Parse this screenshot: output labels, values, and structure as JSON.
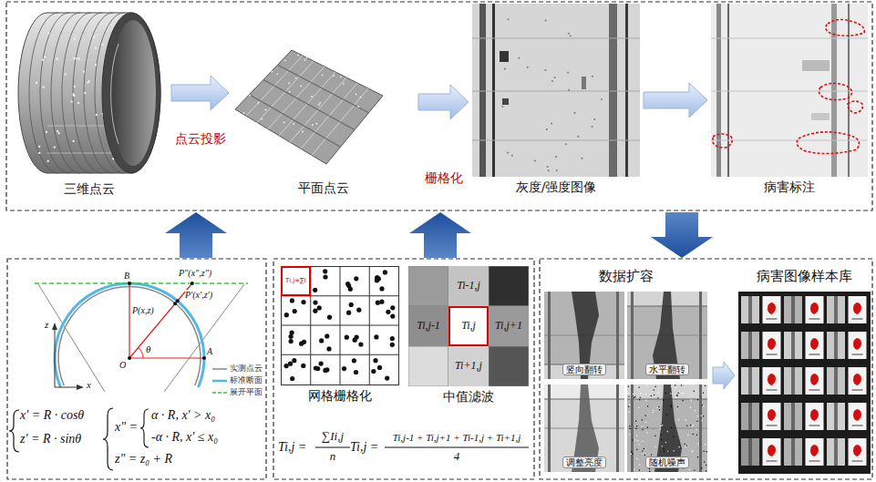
{
  "diagram": {
    "nodes": [
      {
        "text": [
          "三维点云"
        ]
      },
      {
        "text": [
          "平面点云"
        ]
      },
      {
        "text": [
          "灰度/强度图像"
        ]
      },
      {
        "text": [
          "病害标注"
        ]
      },
      {
        "text": [
          "网格栅格化"
        ]
      },
      {
        "text": [
          "Ti,j=∑I"
        ],
        "in": 4
      },
      {
        "text": [
          "中值滤波"
        ]
      },
      {
        "text": [
          "Ti-1,j"
        ],
        "in": 6
      },
      {
        "text": [
          "Ti,j-1"
        ],
        "in": 6
      },
      {
        "text": [
          "Ti,j"
        ],
        "in": 6
      },
      {
        "text": [
          "Ti,j+1"
        ],
        "in": 6
      },
      {
        "text": [
          "Ti+1,j"
        ],
        "in": 6
      },
      {
        "text": [
          "数据扩容"
        ]
      },
      {
        "text": [
          "竖向翻转"
        ],
        "in": 12
      },
      {
        "text": [
          "水平翻转"
        ],
        "in": 12
      },
      {
        "text": [
          "调整亮度"
        ],
        "in": 12
      },
      {
        "text": [
          "随机噪声"
        ],
        "in": 12
      },
      {
        "text": [
          "病害图像样本库"
        ]
      }
    ],
    "edges": [
      {
        "from": 0,
        "to": 1,
        "arrow": "to",
        "label": "点云投影"
      },
      {
        "from": 1,
        "to": 2,
        "arrow": "to",
        "label": "栅格化"
      },
      {
        "from": 2,
        "to": 3,
        "arrow": "to"
      },
      {
        "from": 12,
        "to": 17,
        "arrow": "to"
      }
    ],
    "labels": [
      "B",
      "P\"(x\",z\")",
      "P'(x',z')",
      "P(x,z)",
      "θ",
      "O",
      "A",
      "z",
      "x",
      "x' = R · cosθ",
      "z' = R · sinθ",
      "x\" =",
      "α · R,  x' > x₀",
      "-α · R, x' ≤ x₀",
      "z\" = z₀ + R",
      "Ti,j =",
      "∑Ii,j",
      "n",
      "Ti,j =",
      "Ti,j-1 + Ti,j+1 + Ti-1,j + Ti+1,j",
      "4"
    ],
    "legend": [
      {
        "text": "实测点云"
      },
      {
        "text": "标准断面"
      },
      {
        "text": "展开平面"
      }
    ]
  }
}
